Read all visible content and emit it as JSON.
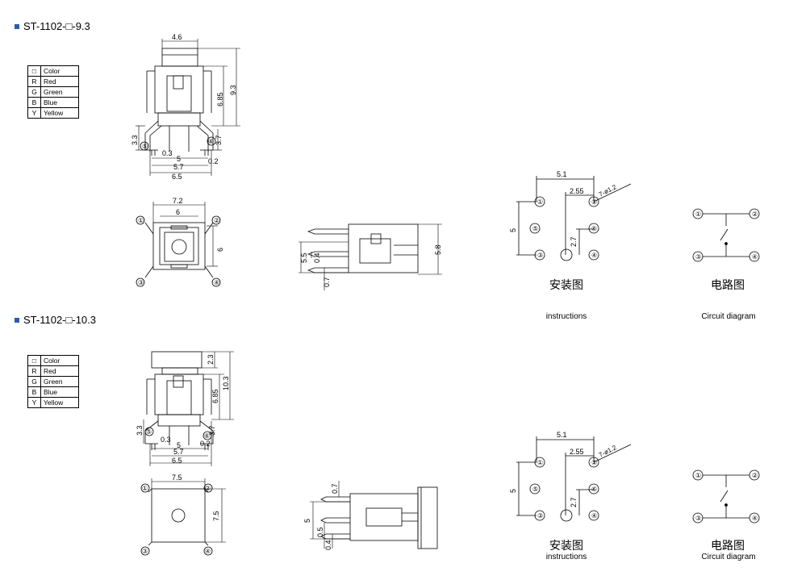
{
  "section1": {
    "title": "ST-1102-□-9.3",
    "color_table": [
      [
        "□",
        "Color"
      ],
      [
        "R",
        "Red"
      ],
      [
        "G",
        "Green"
      ],
      [
        "B",
        "Blue"
      ],
      [
        "Y",
        "Yellow"
      ]
    ],
    "dims": {
      "w46": "4.6",
      "h93": "9.3",
      "h685": "6.85",
      "h33": "3.3",
      "h37": "3.7",
      "d03": "0.3",
      "d5": "5",
      "d57": "5.7",
      "d02": "0.2",
      "d65": "6.5",
      "d72": "7.2",
      "d6a": "6",
      "d6b": "6",
      "d55": "5.5",
      "d04": "0.4",
      "d07": "0.7",
      "d58": "5.8"
    },
    "pins": [
      "①",
      "②",
      "③",
      "④",
      "⑤",
      "⑥"
    ],
    "install": {
      "d51": "5.1",
      "d255": "2.55",
      "hole": "7-ø1.2",
      "d5": "5",
      "d27": "2.7"
    },
    "install_cn": "安装图",
    "install_en": "instructions",
    "circuit_cn": "电路图",
    "circuit_en": "Circuit diagram"
  },
  "section2": {
    "title": "ST-1102-□-10.3",
    "color_table": [
      [
        "□",
        "Color"
      ],
      [
        "R",
        "Red"
      ],
      [
        "G",
        "Green"
      ],
      [
        "B",
        "Blue"
      ],
      [
        "Y",
        "Yellow"
      ]
    ],
    "dims": {
      "d23": "2.3",
      "h103": "10.3",
      "h685": "6.85",
      "h33": "3.3",
      "h37": "3.7",
      "d03": "0.3",
      "d5": "5",
      "d57": "5.7",
      "d02": "0.2",
      "d65": "6.5",
      "d75a": "7.5",
      "d75b": "7.5",
      "d07": "0.7",
      "dv5": "5",
      "d05": "0.5",
      "d04": "0.4"
    },
    "pins": [
      "①",
      "②",
      "③",
      "④",
      "⑤",
      "⑥"
    ],
    "install": {
      "d51": "5.1",
      "d255": "2.55",
      "hole": "7-ø1.2",
      "d5": "5",
      "d27": "2.7"
    },
    "install_cn": "安装图",
    "install_en": "instructions",
    "circuit_cn": "电路图",
    "circuit_en": "Circuit diagram"
  }
}
